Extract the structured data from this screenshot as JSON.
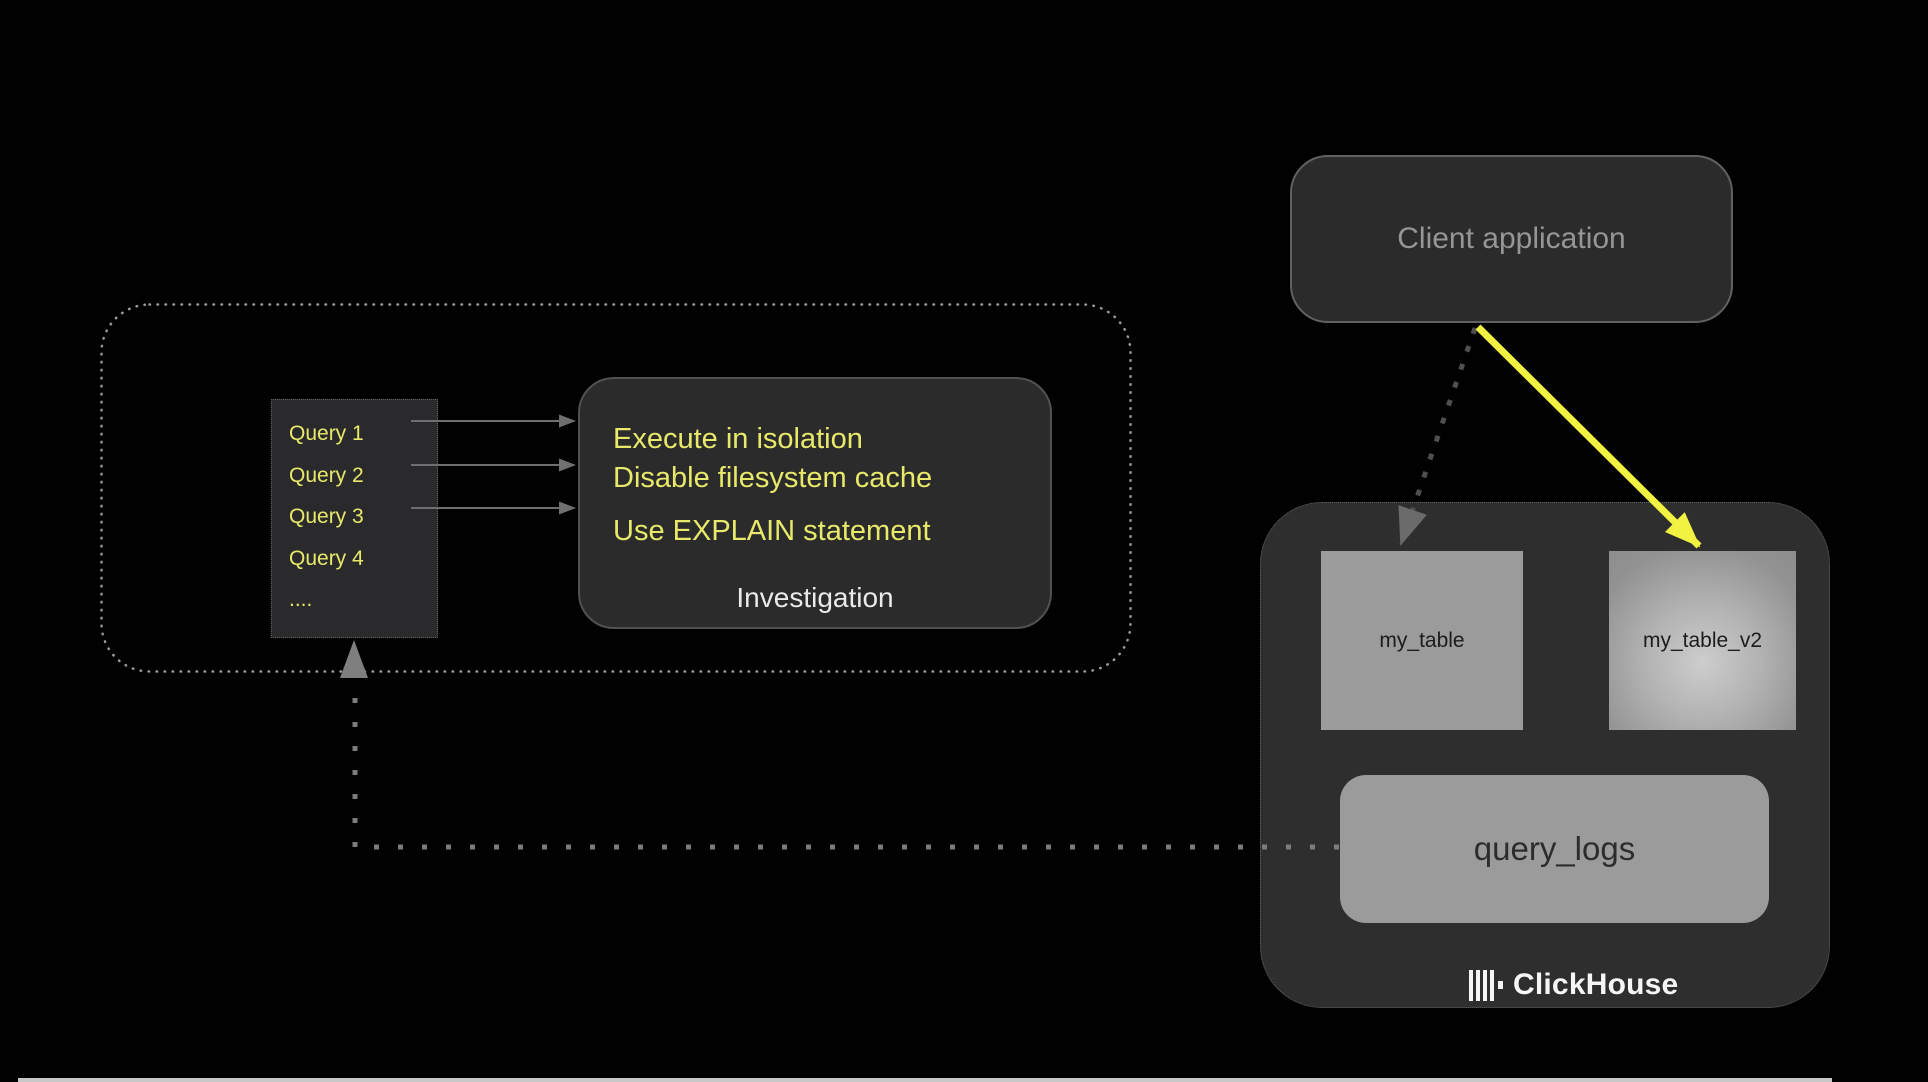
{
  "analysis_group": {
    "queries": [
      "Query 1",
      "Query 2",
      "Query 3",
      "Query 4",
      "...."
    ],
    "investigation": {
      "tips": [
        "Execute in isolation",
        "Disable filesystem cache",
        "Use EXPLAIN statement"
      ],
      "caption": "Investigation"
    }
  },
  "client": {
    "label": "Client application"
  },
  "clickhouse": {
    "table_left": "my_table",
    "table_right": "my_table_v2",
    "logs": "query_logs",
    "brand": "ClickHouse"
  },
  "colors": {
    "background": "#010101",
    "panel": "#2b2b2b",
    "container": "#2e2e2e",
    "box-gray": "#9b9b9b",
    "box-text": "#1c1c1c",
    "text-yellow": "#E8E96A",
    "arrow-yellow": "#F2F243",
    "muted-text": "#969696",
    "white-text": "#f5f5f5",
    "connector": "#7c7c7c",
    "dash-dark": "#4f4f4f",
    "arrowhead-gray": "#6b6b6b",
    "outline-dots": "#9a9a9a",
    "strip": "#c7c7c7"
  }
}
